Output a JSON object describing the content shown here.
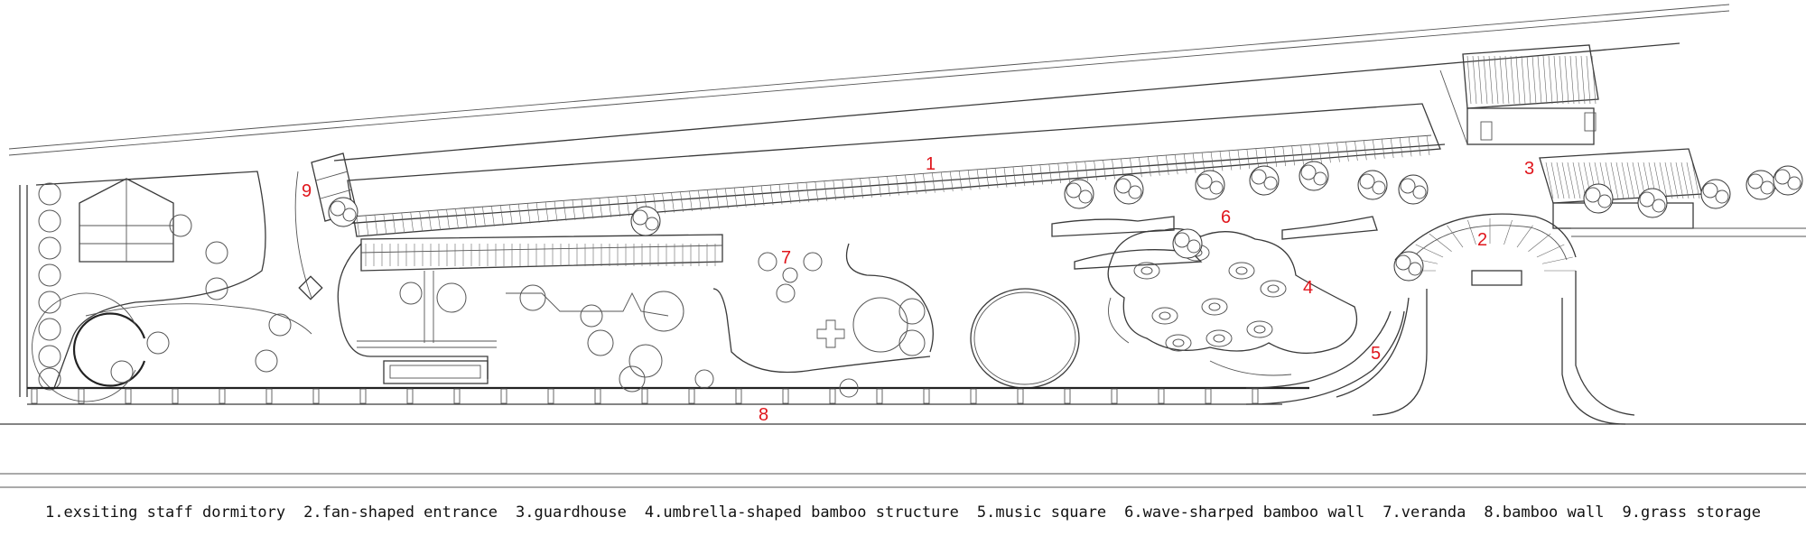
{
  "labels": {
    "l1": "1",
    "l2": "2",
    "l3": "3",
    "l4": "4",
    "l5": "5",
    "l6": "6",
    "l7": "7",
    "l8": "8",
    "l9": "9"
  },
  "legend": [
    "1.exsiting staff dormitory",
    "2.fan-shaped entrance",
    "3.guardhouse",
    "4.umbrella-shaped bamboo structure",
    "5.music square",
    "6.wave-sharped bamboo wall",
    "7.veranda",
    "8.bamboo wall",
    "9.grass storage"
  ],
  "colors": {
    "label": "#e0161c",
    "line": "#3a3a3a"
  }
}
